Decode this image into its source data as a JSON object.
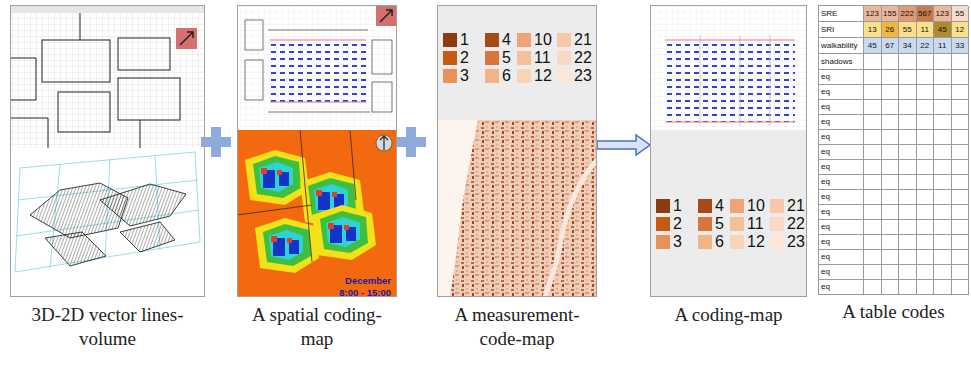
{
  "diagram": {
    "nodes": [
      {
        "text": [
          "3D-2D vector lines-volume"
        ]
      },
      {
        "text": [
          "A spatial coding-map"
        ]
      },
      {
        "text": [
          "A measurement-code-map"
        ]
      },
      {
        "text": [
          "A coding-map"
        ]
      },
      {
        "text": [
          "A table codes"
        ]
      }
    ],
    "edges": [
      {
        "from": 2,
        "to": 3,
        "arrow": "to"
      }
    ],
    "labels": [
      "December",
      "8:00 - 15:00",
      "SRE",
      "123",
      "155",
      "222",
      "567",
      "123",
      "55",
      "SRI",
      "13",
      "26",
      "55",
      "11",
      "45",
      "12",
      "walkability",
      "45",
      "67",
      "34",
      "22",
      "11",
      "33",
      "shadows",
      "eq",
      "eq",
      "eq",
      "eq",
      "eq",
      "eq",
      "eq",
      "eq",
      "eq",
      "eq",
      "eq",
      "eq",
      "eq",
      "eq",
      "eq"
    ],
    "legend": [
      {
        "text": "1",
        "color": "#8c3b12"
      },
      {
        "text": "2",
        "color": "#c55a11"
      },
      {
        "text": "3",
        "color": "#e8925a"
      },
      {
        "text": "4",
        "color": "#a84a17"
      },
      {
        "text": "5",
        "color": "#d9753a"
      },
      {
        "text": "6",
        "color": "#f1b487"
      },
      {
        "text": "10",
        "color": "#f0a377"
      },
      {
        "text": "11",
        "color": "#f5bf9b"
      },
      {
        "text": "12",
        "color": "#f8d3b7"
      },
      {
        "text": "21",
        "color": "#f6c7a9"
      },
      {
        "text": "22",
        "color": "#f9d9c4"
      },
      {
        "text": "23",
        "color": "#fbe6d8"
      },
      {
        "text": "1",
        "color": "#8c3b12"
      },
      {
        "text": "2",
        "color": "#c55a11"
      },
      {
        "text": "3",
        "color": "#e8925a"
      },
      {
        "text": "4",
        "color": "#a84a17"
      },
      {
        "text": "5",
        "color": "#d9753a"
      },
      {
        "text": "6",
        "color": "#f1b487"
      },
      {
        "text": "10",
        "color": "#f0a377"
      },
      {
        "text": "11",
        "color": "#f5bf9b"
      },
      {
        "text": "12",
        "color": "#f8d3b7"
      },
      {
        "text": "21",
        "color": "#f6c7a9"
      },
      {
        "text": "22",
        "color": "#f9d9c4"
      },
      {
        "text": "23",
        "color": "#fbe6d8"
      }
    ]
  }
}
